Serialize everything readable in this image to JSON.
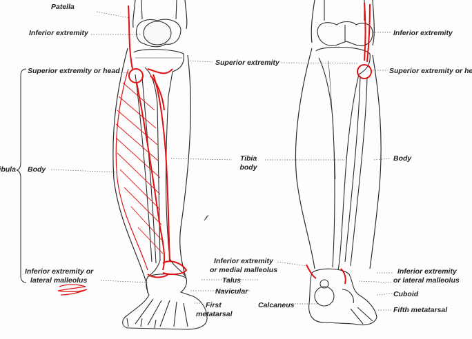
{
  "labels": {
    "patella": "Patella",
    "inferior_extremity_left": "Inferior extremity",
    "superior_extremity_head": "Superior extremity or head",
    "fibula": "Fibula",
    "body_left": "Body",
    "inferior_extremity_lateral_left_1": "Inferior extremity or",
    "inferior_extremity_lateral_left_2": "lateral malleolus",
    "superior_extremity": "Superior extremity",
    "tibia_body_1": "Tibia",
    "tibia_body_2": "body",
    "medial_malleolus_1": "Inferior extremity",
    "medial_malleolus_2": "or medial malleolus",
    "talus": "Talus",
    "navicular": "Navicular",
    "first_metatarsal_1": "First",
    "first_metatarsal_2": "metatarsal",
    "calcaneus": "Calcaneus",
    "inferior_extremity_right": "Inferior extremity",
    "superior_extremity_head_right": "Superior extremity or hea",
    "body_right": "Body",
    "lateral_malleolus_right_1": "Inferior extremity",
    "lateral_malleolus_right_2": "or lateral malleolus",
    "cuboid": "Cuboid",
    "fifth_metatarsal": "Fifth metatarsal"
  },
  "colors": {
    "ink": "#2a2a2a",
    "annotation_red": "#e01010",
    "leader": "#555555"
  }
}
